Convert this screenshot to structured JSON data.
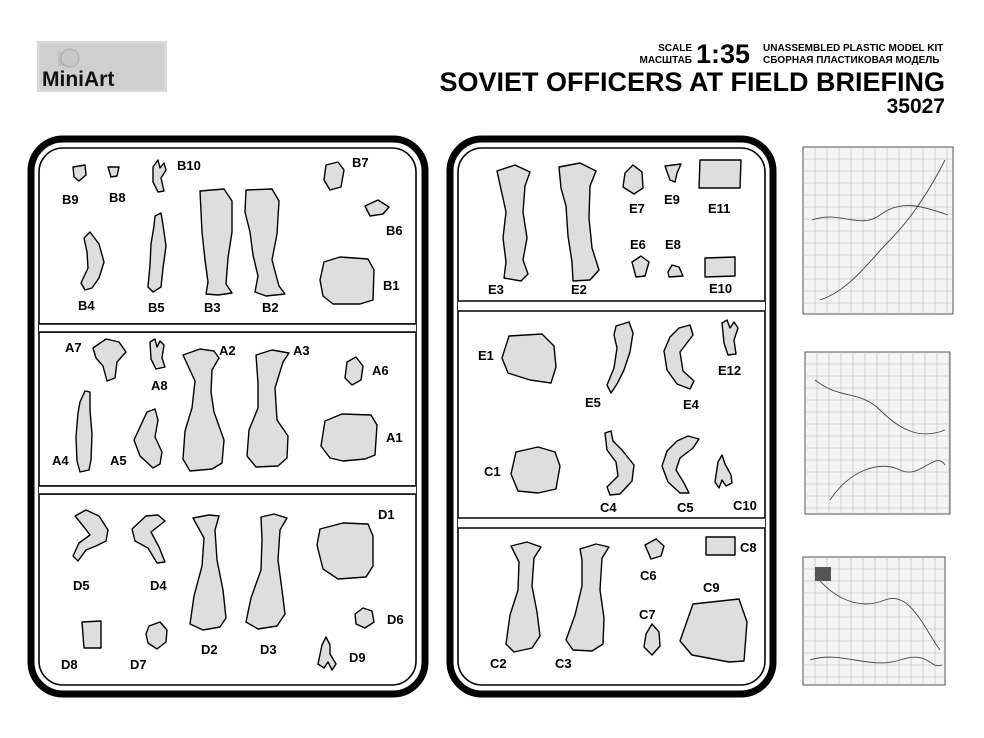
{
  "brand": {
    "logo_text": "MiniArt"
  },
  "header": {
    "scale_label_en": "SCALE",
    "scale_label_ru": "МАСШТАБ",
    "scale_value": "1:35",
    "kit_type_en": "UNASSEMBLED PLASTIC MODEL KIT",
    "kit_type_ru": "СБОРНАЯ ПЛАСТИКОВАЯ МОДЕЛЬ",
    "title": "SOVIET OFFICERS AT FIELD BRIEFING",
    "code": "35027"
  },
  "sprue_left": {
    "sections": [
      {
        "id": "B",
        "labels": [
          "B10",
          "B9",
          "B8",
          "B7",
          "B6",
          "B4",
          "B5",
          "B3",
          "B2",
          "B1"
        ]
      },
      {
        "id": "A",
        "labels": [
          "A7",
          "A8",
          "A2",
          "A3",
          "A6",
          "A1",
          "A4",
          "A5"
        ]
      },
      {
        "id": "D",
        "labels": [
          "D1",
          "D5",
          "D4",
          "D6",
          "D8",
          "D7",
          "D2",
          "D3",
          "D9"
        ]
      }
    ]
  },
  "sprue_right": {
    "sections": [
      {
        "id": "E-top",
        "labels": [
          "E7",
          "E9",
          "E11",
          "E6",
          "E8",
          "E3",
          "E2",
          "E10"
        ]
      },
      {
        "id": "E-mid",
        "labels": [
          "E1",
          "E12",
          "E5",
          "E4",
          "C1",
          "C4",
          "C5",
          "C10"
        ]
      },
      {
        "id": "C",
        "labels": [
          "C8",
          "C6",
          "C9",
          "C7",
          "C2",
          "C3"
        ]
      }
    ]
  },
  "maps": {
    "count": 3
  }
}
